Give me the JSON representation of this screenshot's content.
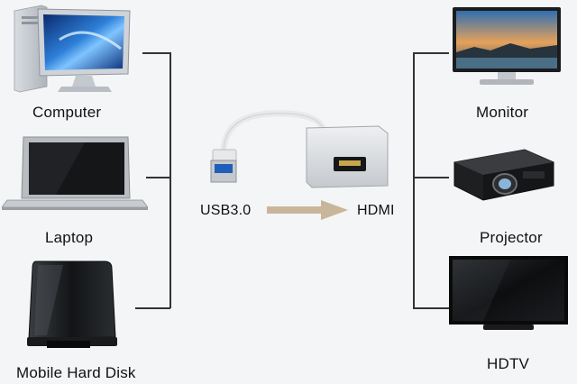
{
  "left_devices": [
    {
      "label": "Computer",
      "icon": "computer-icon"
    },
    {
      "label": "Laptop",
      "icon": "laptop-icon"
    },
    {
      "label": "Mobile Hard Disk",
      "icon": "hard-disk-icon"
    }
  ],
  "right_devices": [
    {
      "label": "Monitor",
      "icon": "monitor-icon"
    },
    {
      "label": "Projector",
      "icon": "projector-icon"
    },
    {
      "label": "HDTV",
      "icon": "hdtv-icon"
    }
  ],
  "adapter": {
    "input_label": "USB3.0",
    "output_label": "HDMI",
    "icon": "usb-hdmi-adapter-icon"
  },
  "colors": {
    "background": "#f4f5f6",
    "arrow": "#c9b69a",
    "lines": "#333333"
  }
}
